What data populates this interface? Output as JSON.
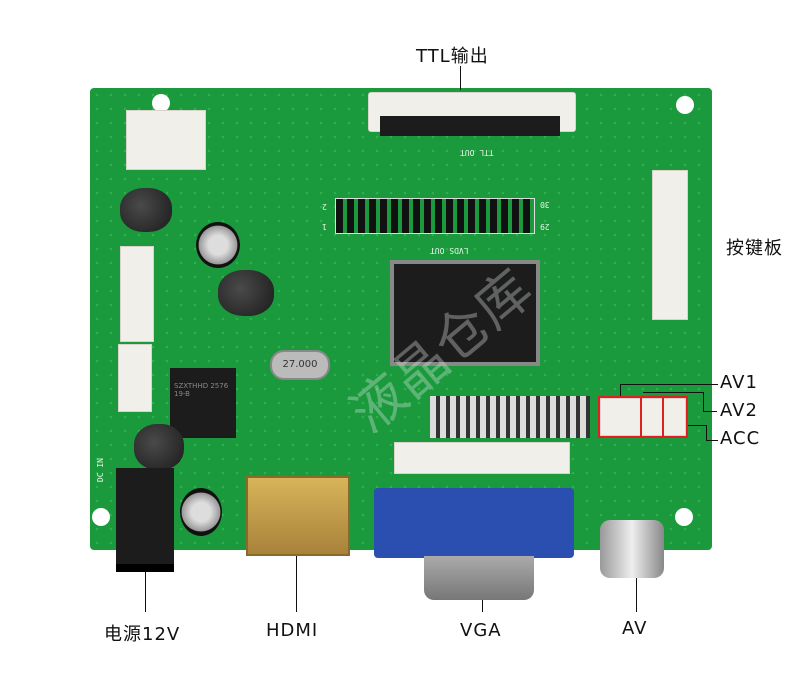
{
  "labels": {
    "ttl_output": "TTL输出",
    "keypad": "按键板",
    "av1": "AV1",
    "av2": "AV2",
    "acc": "ACC",
    "power": "电源12V",
    "hdmi": "HDMI",
    "vga": "VGA",
    "av": "AV"
  },
  "silkscreen": {
    "ttl_out": "TTL OUT",
    "lvds_out": "LVDS OUT",
    "pin_30": "30",
    "pin_29": "29",
    "pin_2": "2",
    "pin_1": "1",
    "crystal": "27.000",
    "dc_in": "DC IN",
    "regulator": "SZXTHHD 2576 19-B"
  },
  "watermark": "液晶仓库",
  "colors": {
    "pcb": "#1a9a3c",
    "highlight": "#e02020",
    "vga": "#2a4fb0",
    "hdmi": "#c9a24a"
  }
}
